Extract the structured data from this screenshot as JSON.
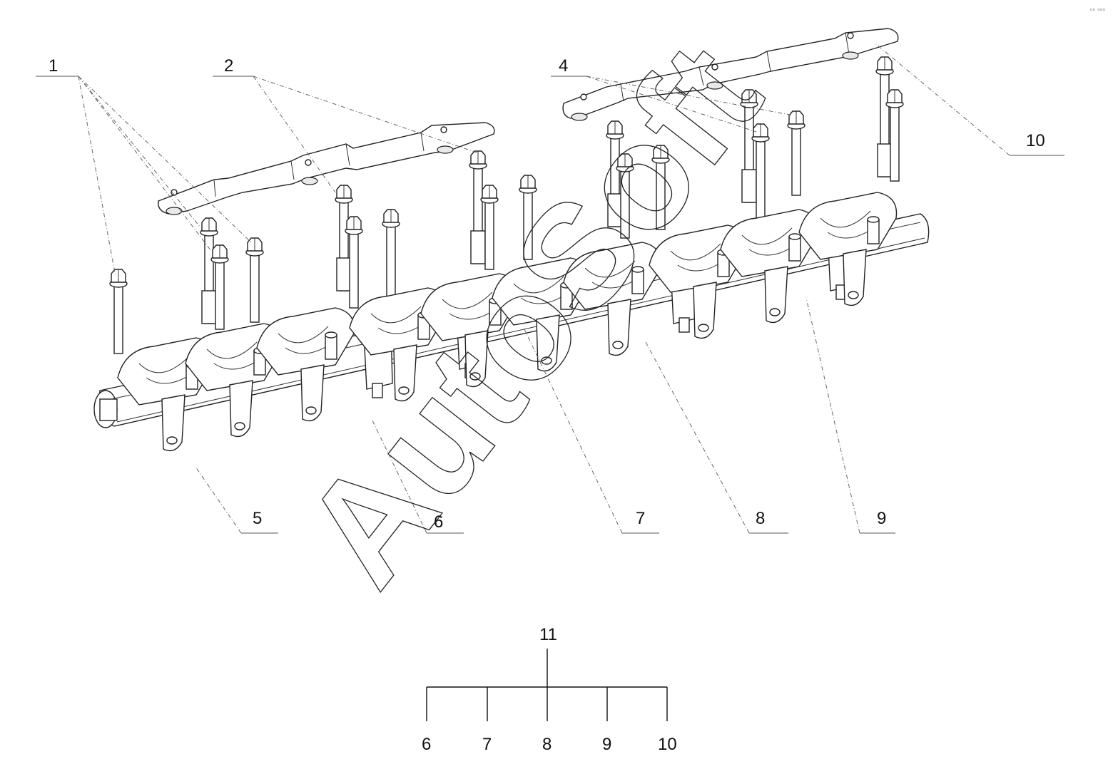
{
  "callouts": {
    "c1": "1",
    "c2": "2",
    "c4": "4",
    "c5": "5",
    "c6": "6",
    "c7": "7",
    "c8": "8",
    "c9": "9",
    "c10": "10"
  },
  "tree": {
    "root": "11",
    "children": [
      "6",
      "7",
      "8",
      "9",
      "10"
    ]
  },
  "watermark": "AutoSoft",
  "corner_mark": "ᵒᵒ ᵒᵒᵒ"
}
